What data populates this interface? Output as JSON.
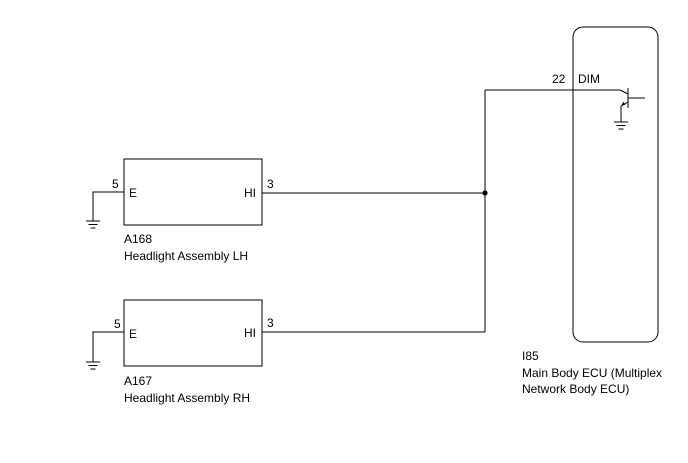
{
  "components": {
    "lh": {
      "code": "A168",
      "name": "Headlight Assembly LH",
      "pin_e_num": "5",
      "pin_e": "E",
      "pin_hi": "HI",
      "pin_hi_num": "3"
    },
    "rh": {
      "code": "A167",
      "name": "Headlight Assembly RH",
      "pin_e_num": "5",
      "pin_e": "E",
      "pin_hi": "HI",
      "pin_hi_num": "3"
    },
    "ecu": {
      "code": "I85",
      "name_line1": "Main Body ECU (Multiplex",
      "name_line2": "Network Body ECU)",
      "pin_num": "22",
      "pin_name": "DIM"
    }
  },
  "colors": {
    "line": "#000000",
    "background": "#ffffff"
  }
}
